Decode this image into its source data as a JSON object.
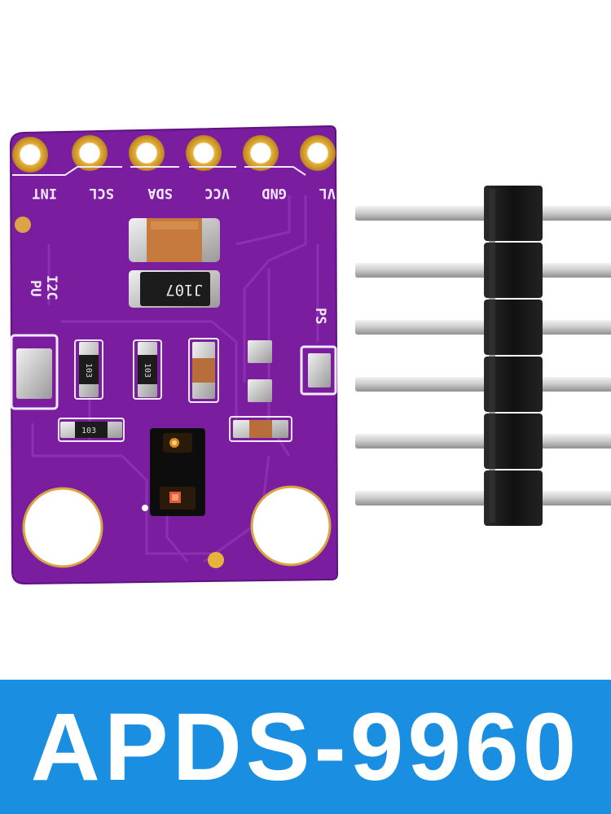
{
  "banner": {
    "title": "APDS-9960",
    "background": "#1a8ee0",
    "text_color": "#ffffff"
  },
  "board": {
    "color": "#7a1d9e",
    "pin_labels": [
      "INT",
      "SCL",
      "SDA",
      "VCC",
      "GND",
      "VL"
    ],
    "silkscreen": {
      "i2c_pu_line1": "I2C",
      "i2c_pu_line2": "PU",
      "ps_label": "PS"
    },
    "components": {
      "inductor_marking": "J107",
      "resistor_marking": "103"
    }
  },
  "header": {
    "pin_count": 6,
    "housing_color": "#141414",
    "pin_color": "#c9c9c9"
  }
}
